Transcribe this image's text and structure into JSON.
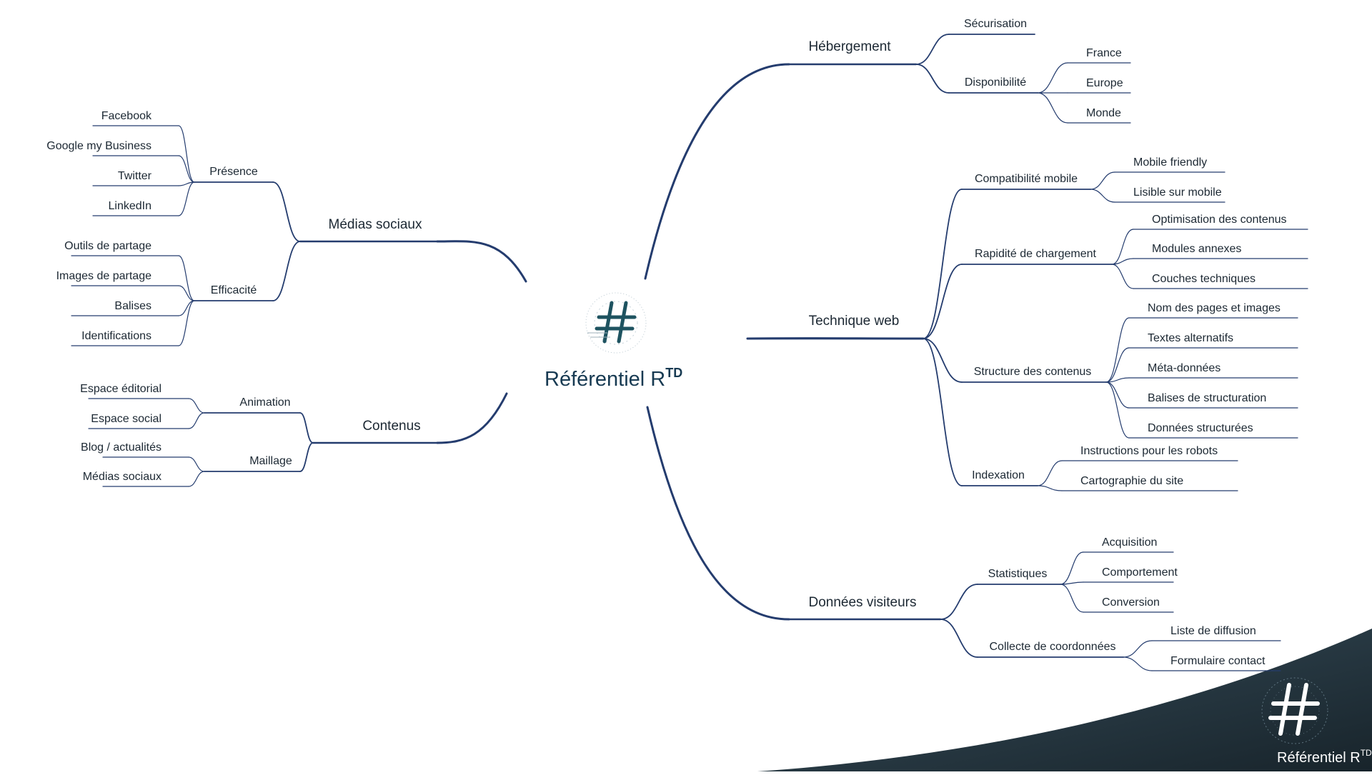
{
  "colors": {
    "line": "#243c6e",
    "text": "#1c2833",
    "title": "#173a52",
    "corner_dark": "#1f2e37",
    "corner_mid": "#4d6a78"
  },
  "center": {
    "title": "Référentiel R",
    "title_sup": "TD",
    "icon": "hashtag-logo-icon"
  },
  "corner": {
    "title": "Référentiel R",
    "title_sup": "TD",
    "icon": "hashtag-logo-icon"
  },
  "branches": {
    "medias_sociaux": {
      "label": "Médias sociaux",
      "children": [
        {
          "label": "Présence",
          "children": [
            "Facebook",
            "Google my Business",
            "Twitter",
            "LinkedIn"
          ]
        },
        {
          "label": "Efficacité",
          "children": [
            "Outils de partage",
            "Images de partage",
            "Balises",
            "Identifications"
          ]
        }
      ]
    },
    "contenus": {
      "label": "Contenus",
      "children": [
        {
          "label": "Animation",
          "children": [
            "Espace éditorial",
            "Espace social"
          ]
        },
        {
          "label": "Maillage",
          "children": [
            "Blog / actualités",
            "Médias sociaux"
          ]
        }
      ]
    },
    "hebergement": {
      "label": "Hébergement",
      "children": [
        {
          "label": "Sécurisation",
          "children": []
        },
        {
          "label": "Disponibilité",
          "children": [
            "France",
            "Europe",
            "Monde"
          ]
        }
      ]
    },
    "technique_web": {
      "label": "Technique web",
      "children": [
        {
          "label": "Compatibilité mobile",
          "children": [
            "Mobile friendly",
            "Lisible sur mobile"
          ]
        },
        {
          "label": "Rapidité de chargement",
          "children": [
            "Optimisation des contenus",
            "Modules annexes",
            "Couches techniques"
          ]
        },
        {
          "label": "Structure des contenus",
          "children": [
            "Nom des pages et images",
            "Textes alternatifs",
            "Méta-données",
            "Balises de structuration",
            "Données structurées"
          ]
        },
        {
          "label": "Indexation",
          "children": [
            "Instructions pour les robots",
            "Cartographie du site"
          ]
        }
      ]
    },
    "donnees_visiteurs": {
      "label": "Données visiteurs",
      "children": [
        {
          "label": "Statistiques",
          "children": [
            "Acquisition",
            "Comportement",
            "Conversion"
          ]
        },
        {
          "label": "Collecte de coordonnées",
          "children": [
            "Liste de diffusion",
            "Formulaire contact"
          ]
        }
      ]
    }
  }
}
